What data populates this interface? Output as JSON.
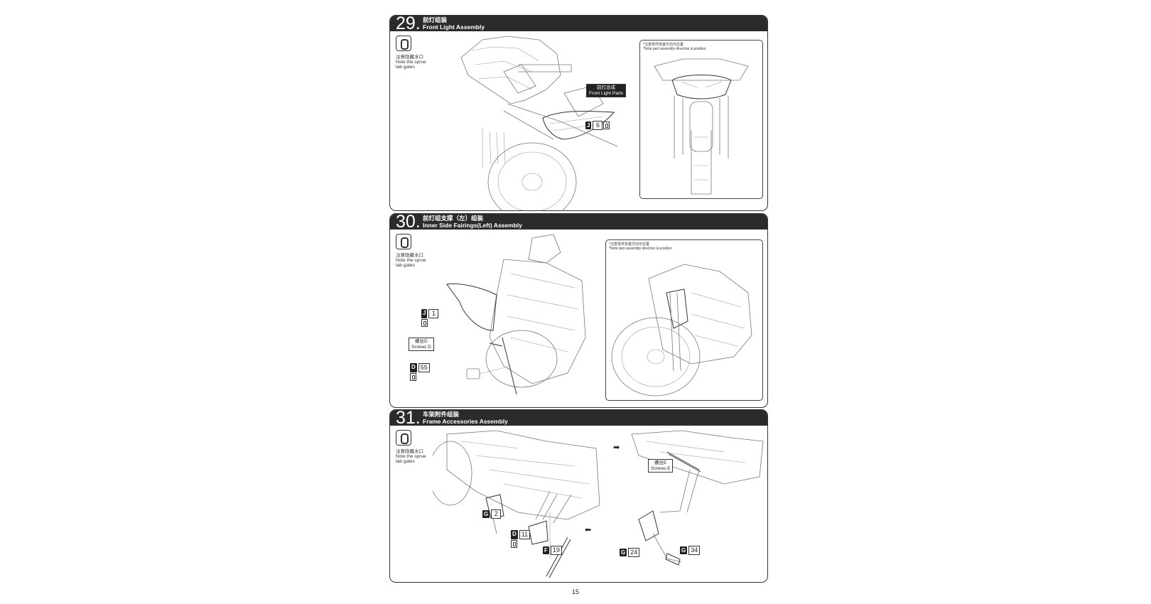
{
  "steps": [
    {
      "number": "29.",
      "title_cn": "前灯组装",
      "title_en": "Front Light  Assembly",
      "note_cn": "注意隐藏水口",
      "note_en": "Note the sprue tab gates",
      "inset_note_cn": "*注意零件安装方向与位置",
      "inset_note_en": "*Note part assembly direction & position",
      "callout_cn": "前灯总成",
      "callout_en": "Front Light Parts",
      "tags": [
        {
          "letter": "J",
          "num": "6"
        }
      ]
    },
    {
      "number": "30.",
      "title_cn": "前灯组支撑（左）组装",
      "title_en": "Inner Side Fairings(Left) Assembly",
      "note_cn": "注意隐藏水口",
      "note_en": "Note the sprue tab gates",
      "inset_note_cn": "*注意零件安装方向与位置",
      "inset_note_en": "*Note part assembly direction & position",
      "screws_cn": "螺丝D",
      "screws_en": "Screws D",
      "tags": [
        {
          "letter": "J",
          "num": "1"
        },
        {
          "letter": "D",
          "num": "55"
        }
      ]
    },
    {
      "number": "31.",
      "title_cn": "车架附件组装",
      "title_en": "Frame Accessories Assembly",
      "note_cn": "注意隐藏水口",
      "note_en": "Note the sprue tab gates",
      "screws_cn": "螺丝E",
      "screws_en": "Screws E",
      "tags": [
        {
          "letter": "G",
          "num": "2"
        },
        {
          "letter": "D",
          "num": "11"
        },
        {
          "letter": "F",
          "num": "19"
        },
        {
          "letter": "G",
          "num": "24"
        },
        {
          "letter": "G",
          "num": "34"
        }
      ]
    }
  ],
  "page_number": "15"
}
